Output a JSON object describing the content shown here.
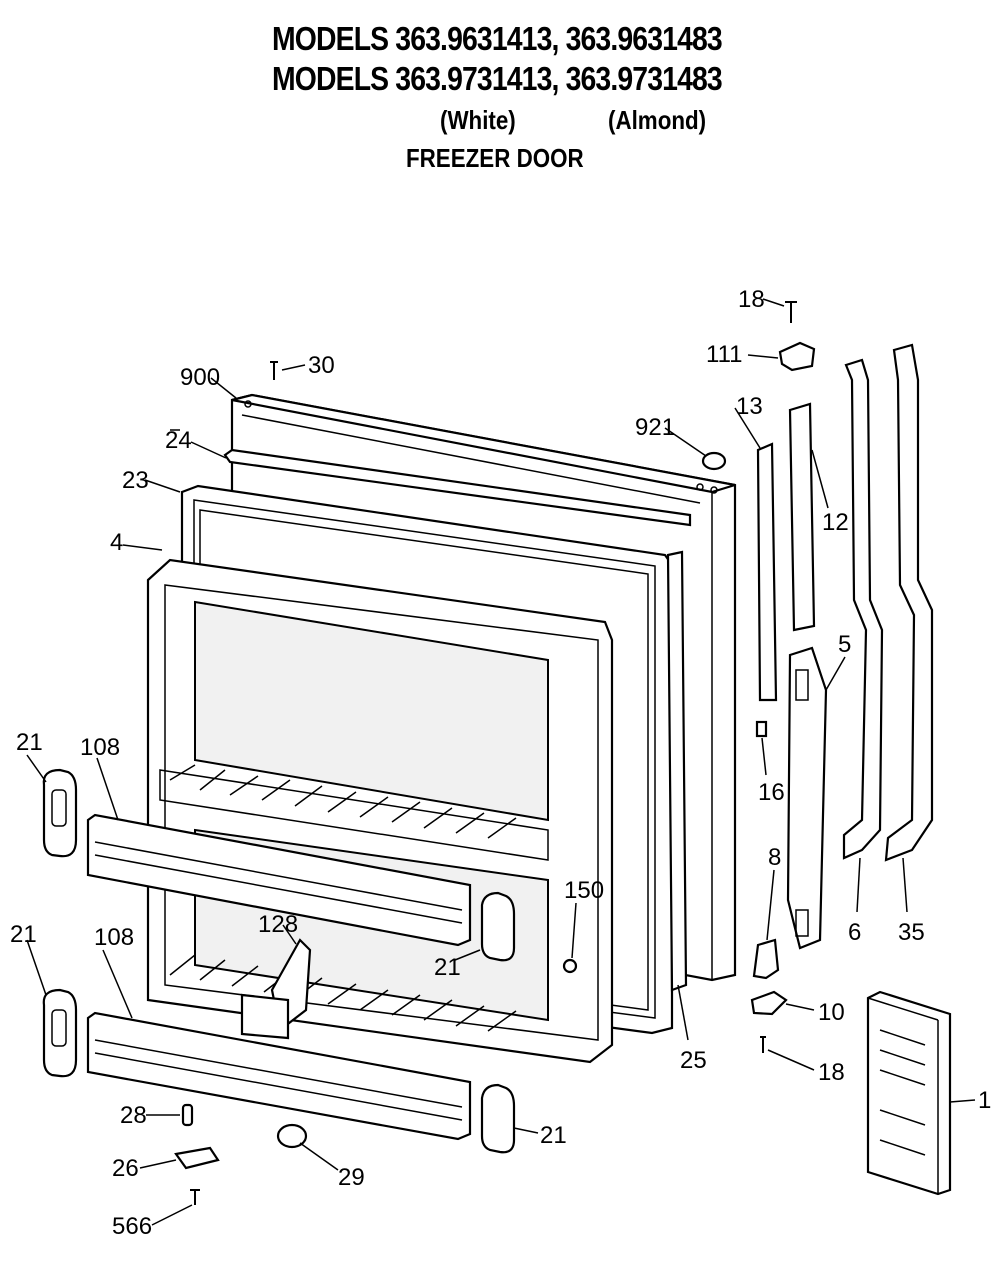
{
  "header": {
    "models_line_1": "MODELS 363.9631413, 363.9631483",
    "models_line_2": "MODELS 363.9731413, 363.9731483",
    "color_white": "(White)",
    "color_almond": "(Almond)",
    "section_title": "FREEZER DOOR"
  },
  "callouts": {
    "c18_top": "18",
    "c111": "111",
    "c900": "900",
    "c30": "30",
    "c921": "921",
    "c13": "13",
    "c24": "24",
    "c12": "12",
    "c23": "23",
    "c4": "4",
    "c5": "5",
    "c21_a": "21",
    "c108_a": "108",
    "c16": "16",
    "c8": "8",
    "c150": "150",
    "c21_b": "21",
    "c108_b": "108",
    "c128": "128",
    "c6": "6",
    "c35": "35",
    "c21_c": "21",
    "c10": "10",
    "c25": "25",
    "c18_bottom": "18",
    "c1": "1",
    "c28": "28",
    "c21_d": "21",
    "c26": "26",
    "c29": "29",
    "c566": "566"
  }
}
